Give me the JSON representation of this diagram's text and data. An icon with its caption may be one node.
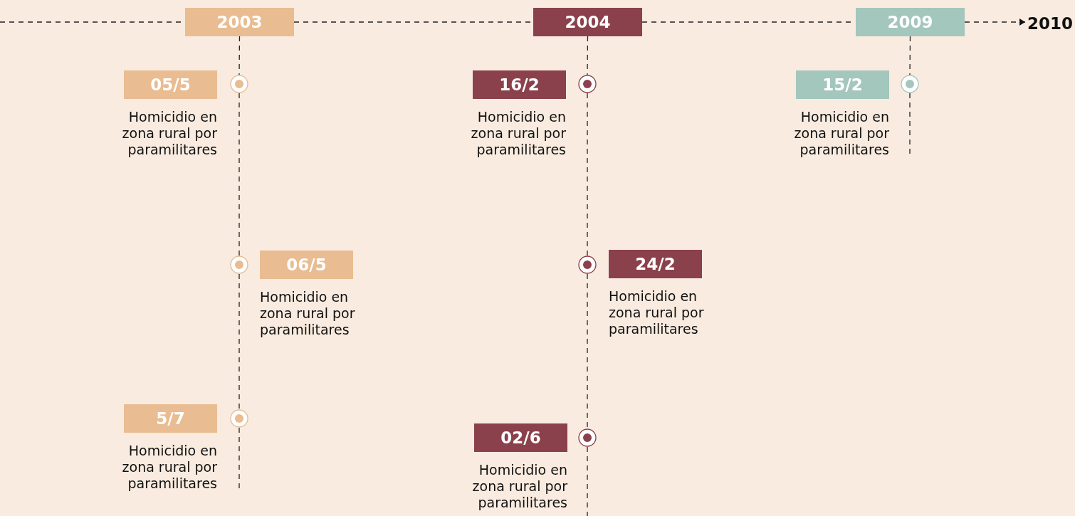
{
  "diagram": {
    "nodes": [
      {
        "text": [
          "2003"
        ]
      },
      {
        "text": [
          "2004"
        ]
      },
      {
        "text": [
          "2009"
        ]
      },
      {
        "text": [
          "2010"
        ]
      },
      {
        "text": [
          "05/5"
        ],
        "beside": [
          "Homicidio en zona rural por paramilitares"
        ]
      },
      {
        "text": [],
        "shape": "circle"
      },
      {
        "text": [
          "06/5"
        ],
        "beside": [
          "Homicidio en zona rural por paramilitares"
        ]
      },
      {
        "text": [],
        "shape": "circle"
      },
      {
        "text": [
          "5/7"
        ],
        "beside": [
          "Homicidio en zona rural por paramilitares"
        ]
      },
      {
        "text": [],
        "shape": "circle"
      },
      {
        "text": [
          "16/2"
        ],
        "beside": [
          "Homicidio en zona rural por paramilitares"
        ]
      },
      {
        "text": [],
        "shape": "circle"
      },
      {
        "text": [
          "24/2"
        ],
        "beside": [
          "Homicidio en zona rural por paramilitares"
        ]
      },
      {
        "text": [],
        "shape": "circle"
      },
      {
        "text": [
          "02/6"
        ],
        "beside": [
          "Homicidio en zona rural por paramilitares"
        ]
      },
      {
        "text": [],
        "shape": "circle"
      },
      {
        "text": [
          "15/2"
        ],
        "beside": [
          "Homicidio en zona rural por paramilitares"
        ]
      },
      {
        "text": [],
        "shape": "circle"
      }
    ],
    "edges": [
      {
        "from": null,
        "to": 0,
        "arrow": "none",
        "style": "dashed"
      },
      {
        "from": 0,
        "to": 1,
        "arrow": "none",
        "style": "dashed"
      },
      {
        "from": 1,
        "to": 2,
        "arrow": "none",
        "style": "dashed"
      },
      {
        "from": 2,
        "to": 3,
        "arrow": "to",
        "style": "dashed"
      },
      {
        "from": 0,
        "to": 5,
        "arrow": "none",
        "style": "dashed"
      },
      {
        "from": 5,
        "to": 7,
        "arrow": "none",
        "style": "dashed"
      },
      {
        "from": 7,
        "to": 9,
        "arrow": "none",
        "style": "dashed"
      },
      {
        "from": 9,
        "to": null,
        "arrow": "none",
        "style": "dashed"
      },
      {
        "from": 1,
        "to": 11,
        "arrow": "none",
        "style": "dashed"
      },
      {
        "from": 11,
        "to": 13,
        "arrow": "none",
        "style": "dashed"
      },
      {
        "from": 13,
        "to": 15,
        "arrow": "none",
        "style": "dashed"
      },
      {
        "from": 15,
        "to": null,
        "arrow": "none",
        "style": "dashed"
      },
      {
        "from": 2,
        "to": 17,
        "arrow": "none",
        "style": "dashed"
      },
      {
        "from": 17,
        "to": null,
        "arrow": "none",
        "style": "dashed"
      }
    ]
  }
}
